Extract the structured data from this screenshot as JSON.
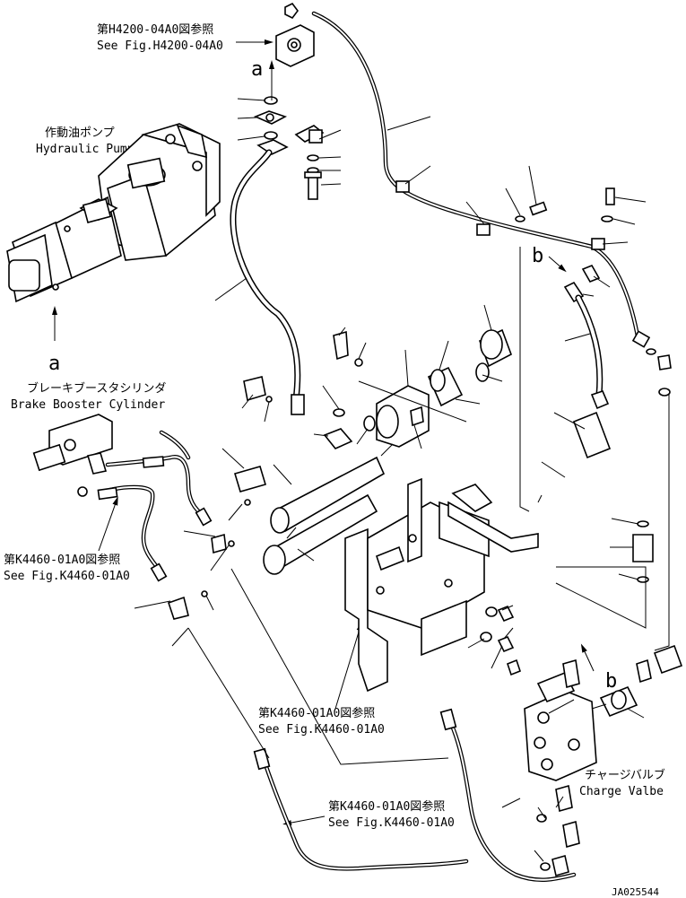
{
  "labels": {
    "ref_h4200_jp": "第H4200-04A0図参照",
    "ref_h4200_en": "See Fig.H4200-04A0",
    "hydraulic_pump_jp": "作動油ポンプ",
    "hydraulic_pump_en": "Hydraulic Pump",
    "brake_booster_jp": "ブレーキブースタシリンダ",
    "brake_booster_en": "Brake Booster Cylinder",
    "ref_k4460_left_jp": "第K4460-01A0図参照",
    "ref_k4460_left_en": "See Fig.K4460-01A0",
    "ref_k4460_mid_jp": "第K4460-01A0図参照",
    "ref_k4460_mid_en": "See Fig.K4460-01A0",
    "ref_k4460_bot_jp": "第K4460-01A0図参照",
    "ref_k4460_bot_en": "See Fig.K4460-01A0",
    "charge_valve_jp": "チャージバルブ",
    "charge_valve_en": "Charge Valbe",
    "marker_a_top": "a",
    "marker_a_left": "a",
    "marker_b_right": "b",
    "marker_b_lower": "b",
    "drawing_number": "JA025544"
  }
}
